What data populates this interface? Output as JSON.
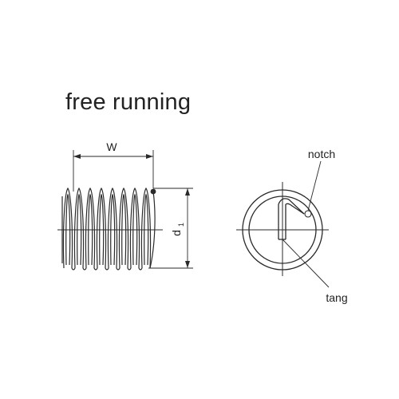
{
  "title": "free running",
  "labels": {
    "width": "W",
    "diameter": "d",
    "diameter_subscript": "1",
    "notch": "notch",
    "tang": "tang"
  },
  "colors": {
    "line": "#2a2a2a",
    "background": "#ffffff"
  }
}
